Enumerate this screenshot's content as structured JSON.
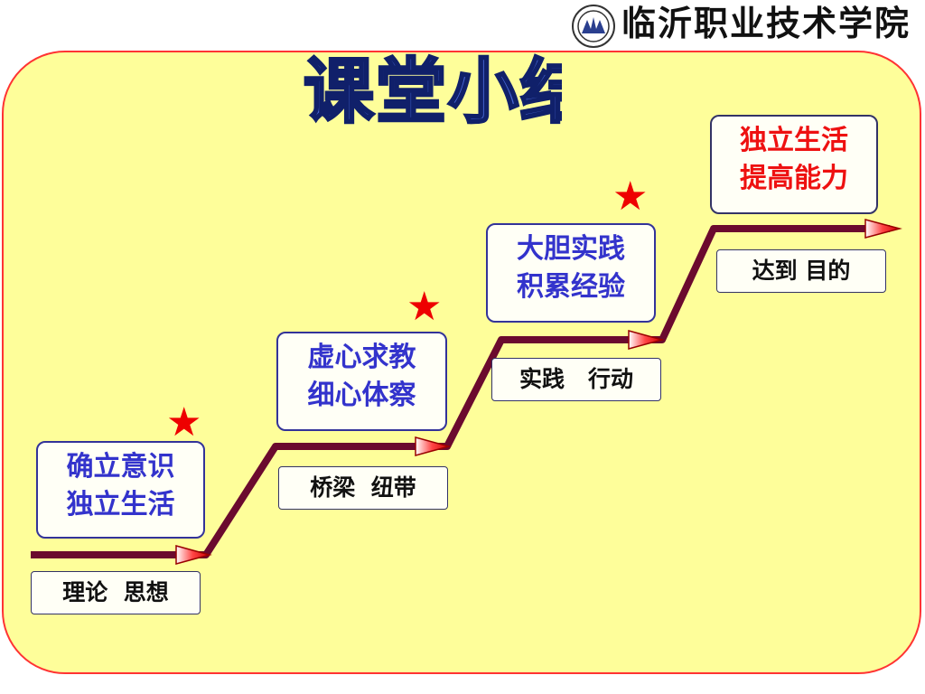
{
  "title": "课堂小结",
  "logo": {
    "school_name": "临沂职业技术学院"
  },
  "steps": [
    {
      "heading_line1": "确立意识",
      "heading_line2": "独立生活",
      "label": "理论  思想"
    },
    {
      "heading_line1": "虚心求教",
      "heading_line2": "细心体察",
      "label": "桥梁  纽带"
    },
    {
      "heading_line1": "大胆实践",
      "heading_line2": "积累经验",
      "label": "实践   行动"
    },
    {
      "heading_line1": "独立生活",
      "heading_line2": "提高能力",
      "label": "达到 目的"
    }
  ],
  "star_symbol": "★",
  "colors": {
    "background": "#fefe9a",
    "border": "#ff3333",
    "path": "#6b0a2e",
    "arrow": "#ee0000",
    "heading_blue": "#3333cc",
    "heading_red": "#ee1111"
  }
}
